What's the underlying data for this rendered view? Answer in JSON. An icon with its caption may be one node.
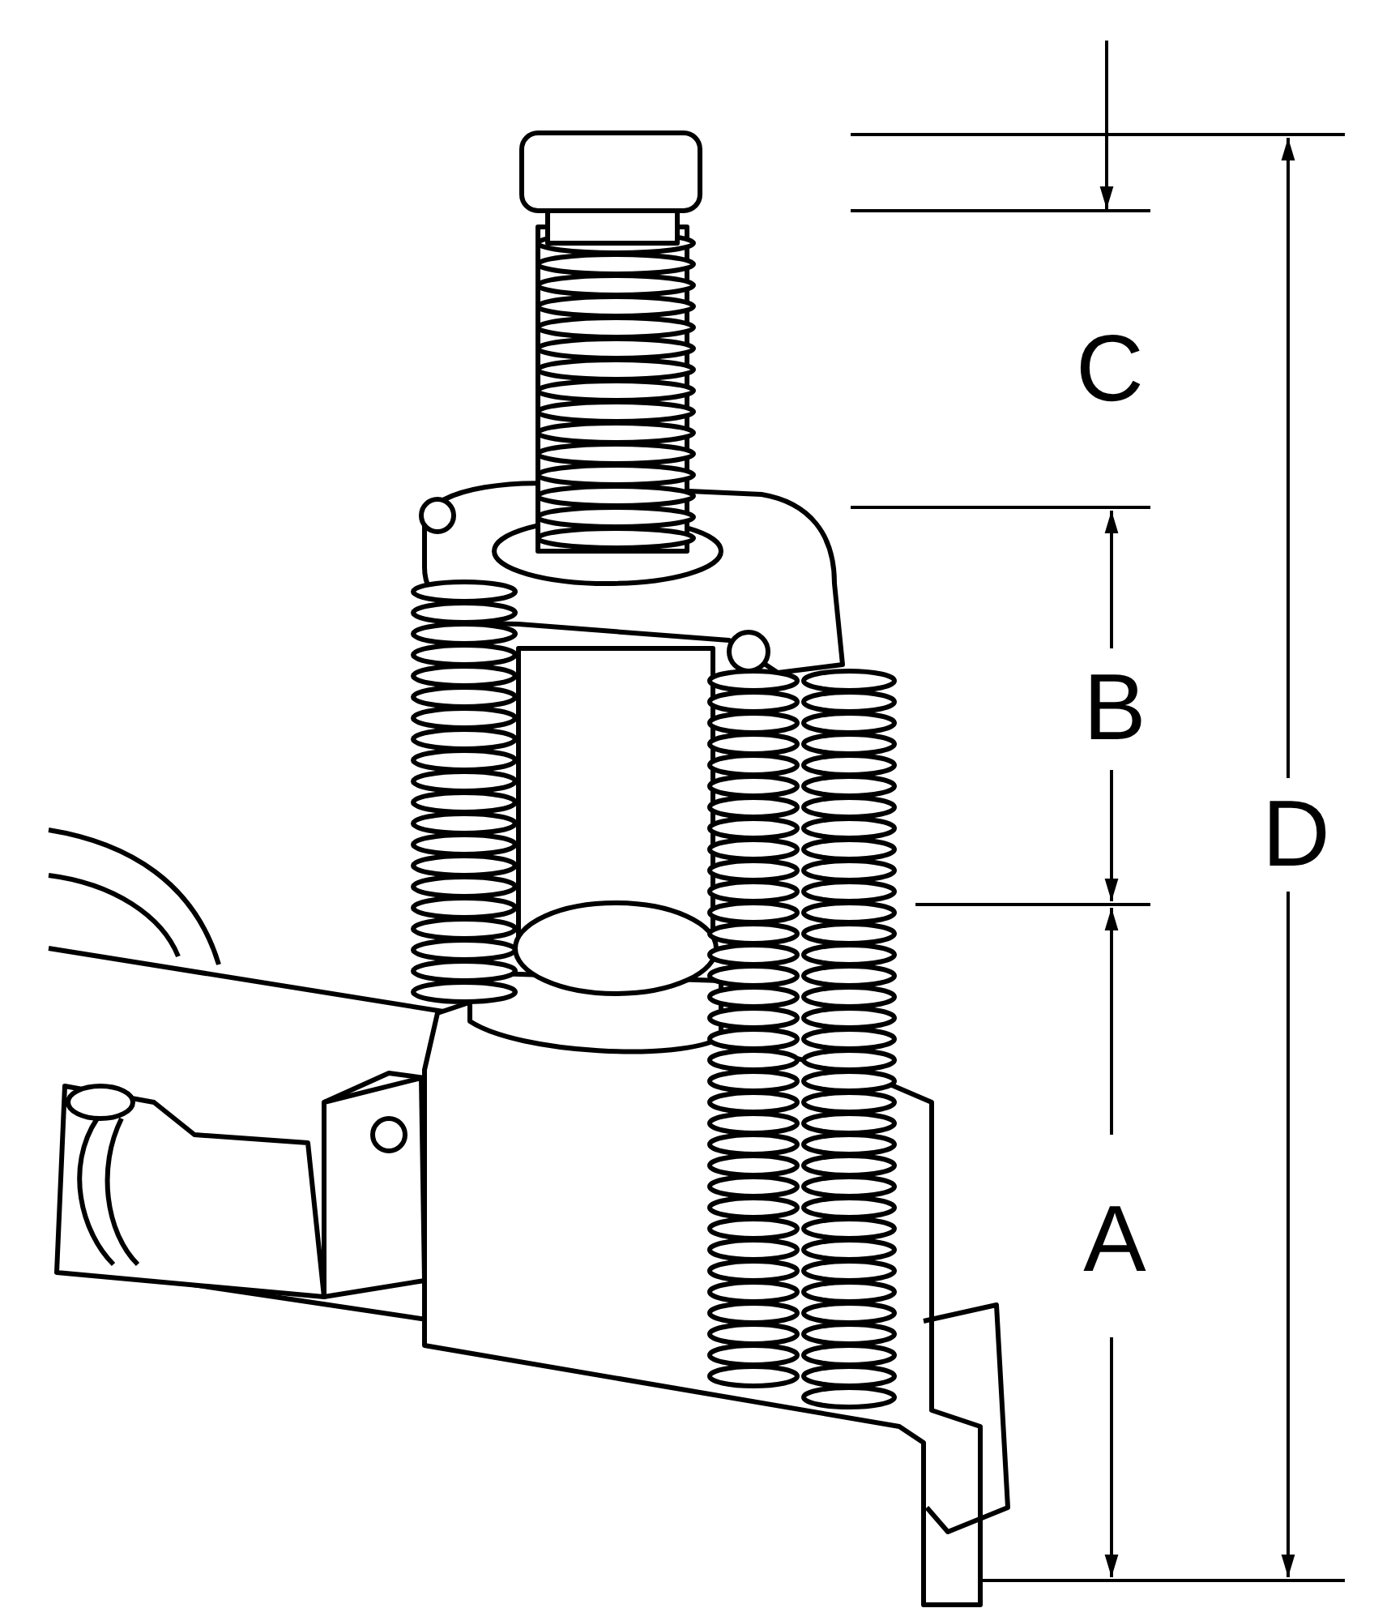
{
  "diagram": {
    "labels": [
      "C",
      "B",
      "D",
      "A"
    ]
  }
}
